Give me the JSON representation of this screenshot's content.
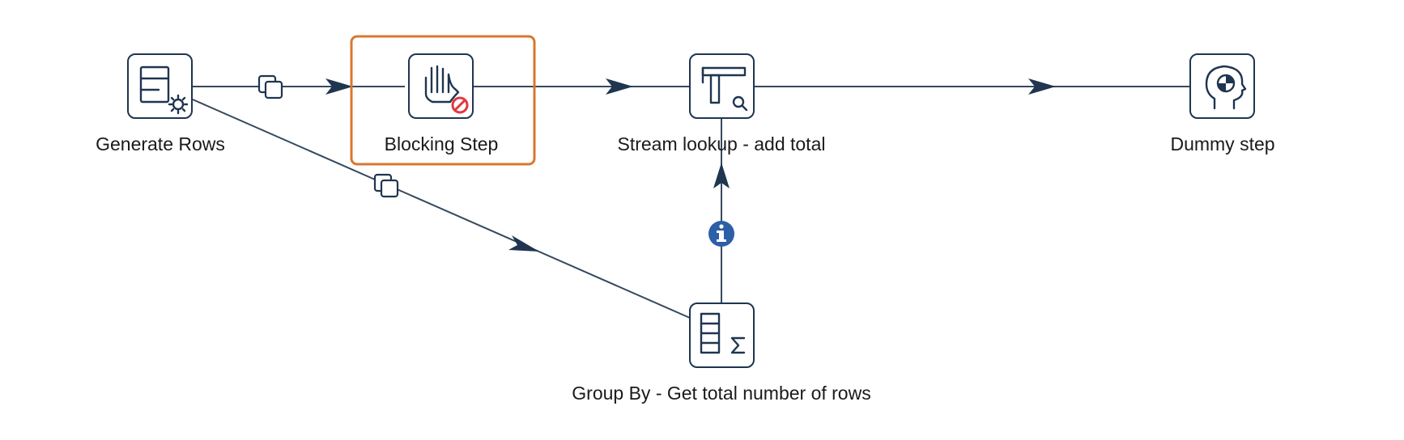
{
  "steps": {
    "generate_rows": {
      "label": "Generate Rows",
      "icon": "generate-rows-icon"
    },
    "blocking_step": {
      "label": "Blocking Step",
      "icon": "blocking-step-icon",
      "selected": true
    },
    "stream_lookup": {
      "label": "Stream lookup - add total",
      "icon": "stream-lookup-icon"
    },
    "dummy_step": {
      "label": "Dummy step",
      "icon": "dummy-step-icon"
    },
    "group_by": {
      "label": "Group By - Get total number of rows",
      "icon": "group-by-icon"
    }
  },
  "hops": [
    {
      "from": "Generate Rows",
      "to": "Blocking Step",
      "marker": "copy-rows-icon"
    },
    {
      "from": "Blocking Step",
      "to": "Stream lookup - add total"
    },
    {
      "from": "Stream lookup - add total",
      "to": "Dummy step"
    },
    {
      "from": "Generate Rows",
      "to": "Group By - Get total number of rows",
      "marker": "copy-rows-icon"
    },
    {
      "from": "Group By - Get total number of rows",
      "to": "Stream lookup - add total",
      "marker": "info-icon"
    }
  ],
  "colors": {
    "selection": "#d9772e",
    "step_border": "#1f3550",
    "hop_line": "#34495e",
    "info_badge": "#2b5fa8",
    "no_sign": "#e0393e"
  }
}
